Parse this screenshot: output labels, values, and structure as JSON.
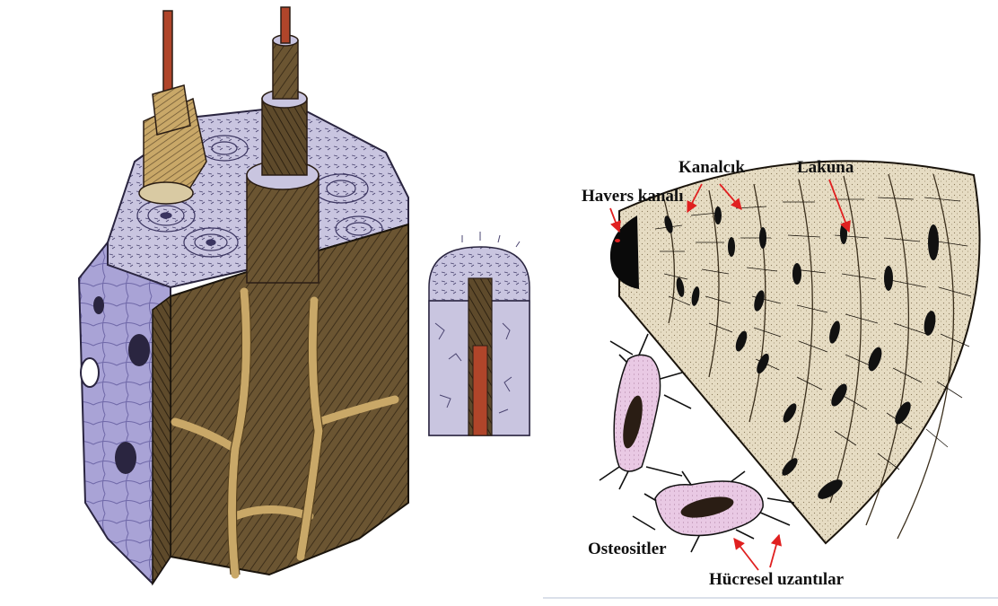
{
  "labels": {
    "havers": "Havers kanalı",
    "kanalcik": "Kanalcık",
    "lakuna": "Lakuna",
    "osteositler": "Osteositler",
    "hucresel": "Hücresel uzantılar"
  },
  "colors": {
    "background": "#ffffff",
    "bone_lavender": "#a9a3d6",
    "bone_lavender_dark": "#7d76b8",
    "osteon_surface": "#c9c5e0",
    "lamella_brown": "#6b5532",
    "lamella_dark": "#3e2f1a",
    "tan_canal": "#c9a868",
    "vessel_red": "#b0452a",
    "wedge_fill": "#e6dcc3",
    "wedge_line": "#1a140c",
    "cell_pink": "#e9c9e4",
    "cell_nucleus": "#2a1d14",
    "arrow_red": "#e02020"
  }
}
